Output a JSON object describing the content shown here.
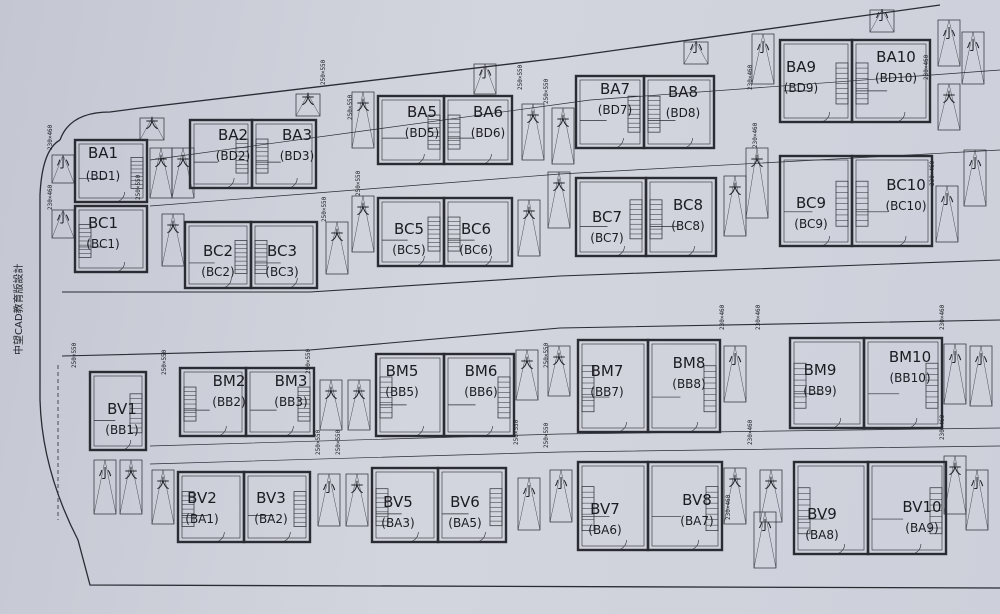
{
  "side_caption": "中望CAD教育版設計",
  "markers": {
    "large": "大",
    "small": "小"
  },
  "dimension_labels": [
    "250×550",
    "230×460"
  ],
  "units": [
    {
      "id": "u-ba1",
      "main": "BA1",
      "sub": "(BD1)"
    },
    {
      "id": "u-bc1",
      "main": "BC1",
      "sub": "(BC1)"
    },
    {
      "id": "u-ba2",
      "main": "BA2",
      "sub": "(BD2)"
    },
    {
      "id": "u-ba3",
      "main": "BA3",
      "sub": "(BD3)"
    },
    {
      "id": "u-bc2",
      "main": "BC2",
      "sub": "(BC2)"
    },
    {
      "id": "u-bc3",
      "main": "BC3",
      "sub": "(BC3)"
    },
    {
      "id": "u-ba5",
      "main": "BA5",
      "sub": "(BD5)"
    },
    {
      "id": "u-ba6",
      "main": "BA6",
      "sub": "(BD6)"
    },
    {
      "id": "u-bc5",
      "main": "BC5",
      "sub": "(BC5)"
    },
    {
      "id": "u-bc6",
      "main": "BC6",
      "sub": "(BC6)"
    },
    {
      "id": "u-ba7",
      "main": "BA7",
      "sub": "(BD7)"
    },
    {
      "id": "u-ba8",
      "main": "BA8",
      "sub": "(BD8)"
    },
    {
      "id": "u-bc7",
      "main": "BC7",
      "sub": "(BC7)"
    },
    {
      "id": "u-bc8",
      "main": "BC8",
      "sub": "(BC8)"
    },
    {
      "id": "u-ba9",
      "main": "BA9",
      "sub": "(BD9)"
    },
    {
      "id": "u-ba10",
      "main": "BA10",
      "sub": "(BD10)"
    },
    {
      "id": "u-bc9",
      "main": "BC9",
      "sub": "(BC9)"
    },
    {
      "id": "u-bc10",
      "main": "BC10",
      "sub": "(BC10)"
    },
    {
      "id": "u-bv1",
      "main": "BV1",
      "sub": "(BB1)"
    },
    {
      "id": "u-bm2",
      "main": "BM2",
      "sub": "(BB2)"
    },
    {
      "id": "u-bm3",
      "main": "BM3",
      "sub": "(BB3)"
    },
    {
      "id": "u-bm5",
      "main": "BM5",
      "sub": "(BB5)"
    },
    {
      "id": "u-bm6",
      "main": "BM6",
      "sub": "(BB6)"
    },
    {
      "id": "u-bm7",
      "main": "BM7",
      "sub": "(BB7)"
    },
    {
      "id": "u-bm8",
      "main": "BM8",
      "sub": "(BB8)"
    },
    {
      "id": "u-bm9",
      "main": "BM9",
      "sub": "(BB9)"
    },
    {
      "id": "u-bm10",
      "main": "BM10",
      "sub": "(BB10)"
    },
    {
      "id": "u-bv2",
      "main": "BV2",
      "sub": "(BA1)"
    },
    {
      "id": "u-bv3",
      "main": "BV3",
      "sub": "(BA2)"
    },
    {
      "id": "u-bv5",
      "main": "BV5",
      "sub": "(BA3)"
    },
    {
      "id": "u-bv6",
      "main": "BV6",
      "sub": "(BA5)"
    },
    {
      "id": "u-bv7",
      "main": "BV7",
      "sub": "(BA6)"
    },
    {
      "id": "u-bv8",
      "main": "BV8",
      "sub": "(BA7)"
    },
    {
      "id": "u-bv9",
      "main": "BV9",
      "sub": "(BA8)"
    },
    {
      "id": "u-bv10",
      "main": "BV10",
      "sub": "(BA9)"
    }
  ],
  "colors": {
    "line": "#2a2b33",
    "paper": "#c9ccd6",
    "hatch": "#3a3b44"
  }
}
